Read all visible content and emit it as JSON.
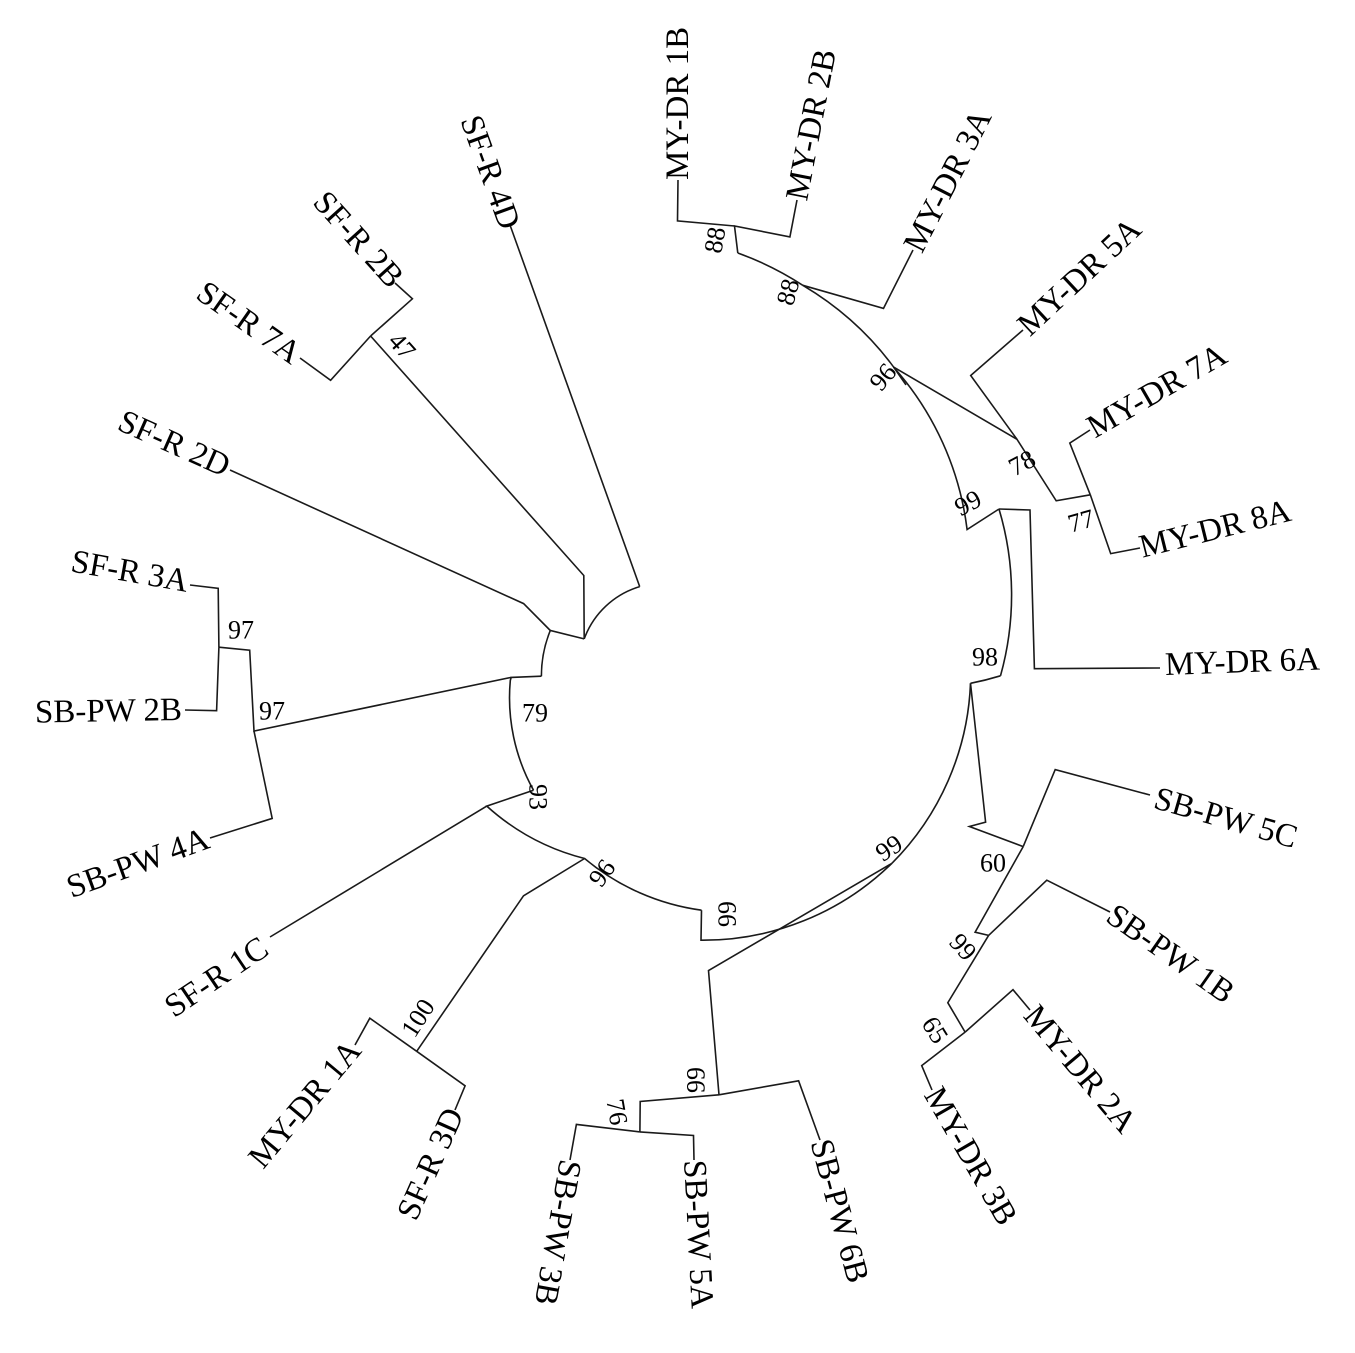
{
  "diagram": {
    "type": "circular-phylogenetic-tree",
    "leaves": [
      "MY-DR 1B",
      "MY-DR 2B",
      "MY-DR 3A",
      "MY-DR 5A",
      "MY-DR 7A",
      "MY-DR 8A",
      "MY-DR 6A",
      "SB-PW 5C",
      "SB-PW 1B",
      "MY-DR 2A",
      "MY-DR 3B",
      "SB-PW 6B",
      "SB-PW 5A",
      "SB-PW 3B",
      "SF-R 3D",
      "MY-DR 1A",
      "SF-R 1C",
      "SB-PW 4A",
      "SB-PW 2B",
      "SF-R 3A",
      "SF-R 2D",
      "SF-R 7A",
      "SF-R 2B",
      "SF-R 4D"
    ],
    "bootstrap_values": [
      "88",
      "88",
      "96",
      "77",
      "78",
      "99",
      "98",
      "65",
      "99",
      "60",
      "76",
      "99",
      "99",
      "100",
      "97",
      "97",
      "47",
      "79",
      "93",
      "96",
      "66"
    ]
  }
}
